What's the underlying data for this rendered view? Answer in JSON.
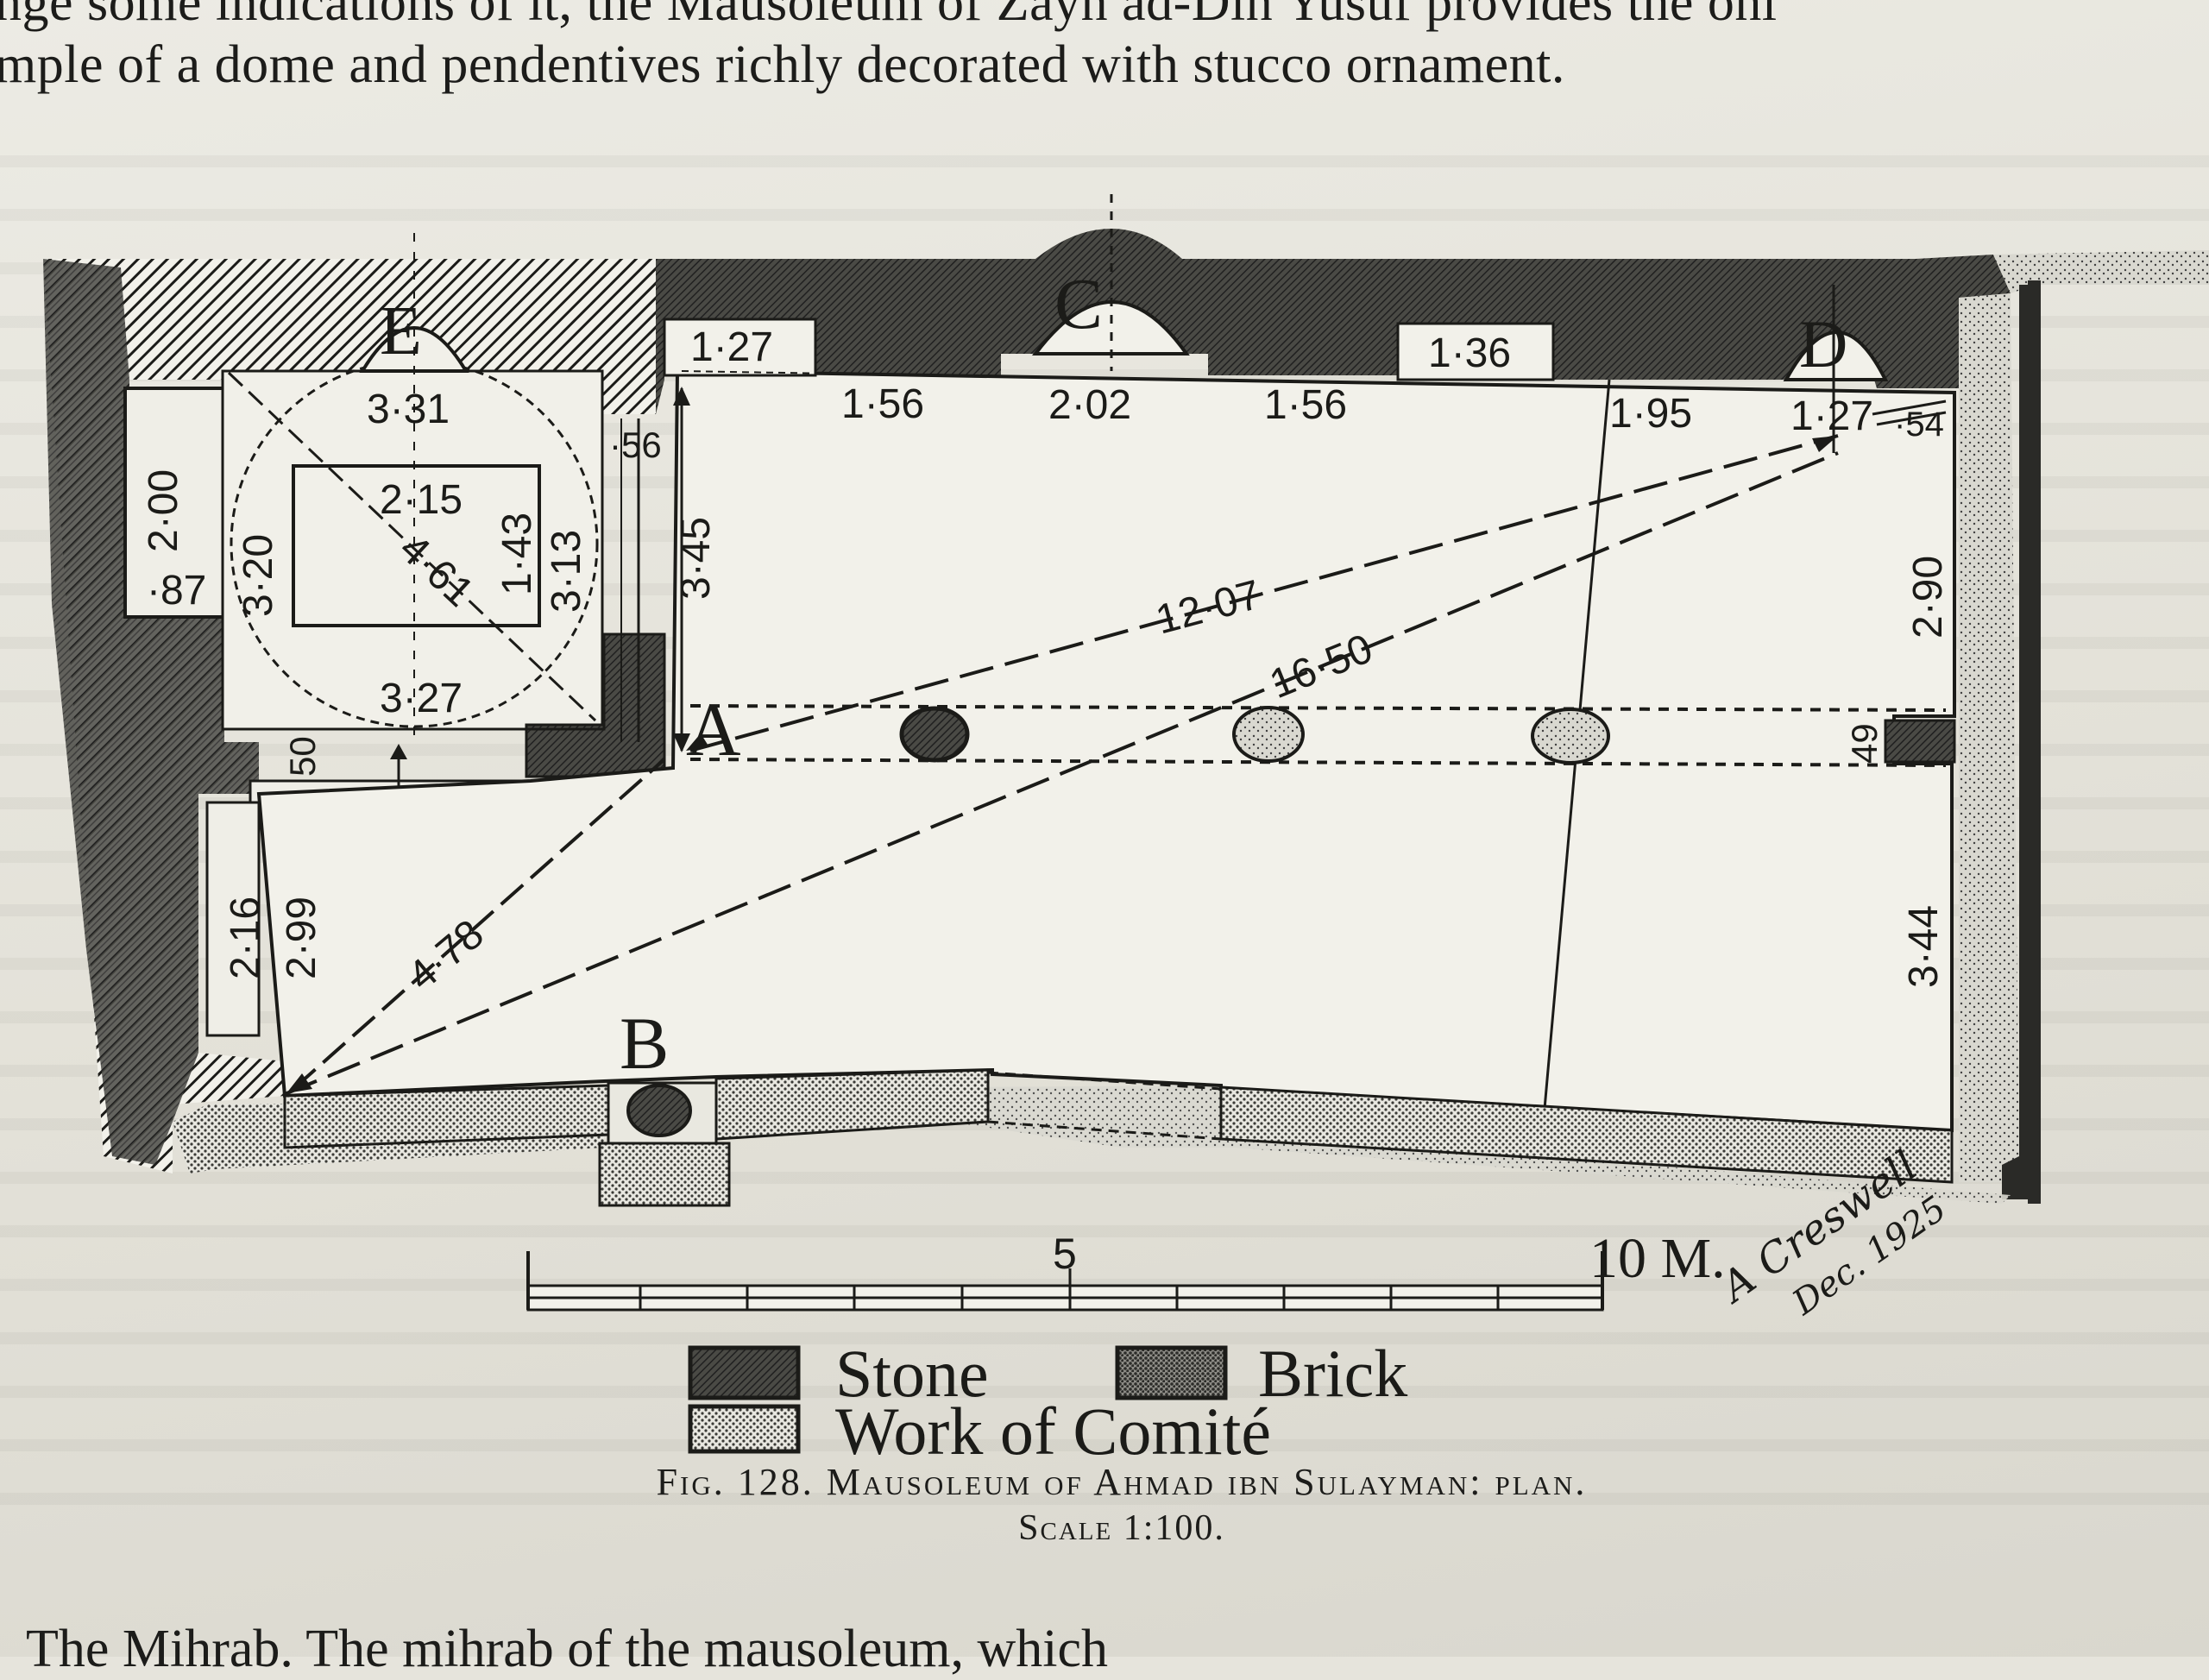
{
  "page": {
    "top_text": [
      "nge some indications of it, the Mausoleum of Zayn ad-Din Yusuf provides the onl",
      "mple of a dome and pendentives richly decorated with stucco ornament."
    ],
    "bottom_text": "The Mihrab. The mihrab of the mausoleum, which"
  },
  "plan": {
    "labels": {
      "A": "A",
      "B": "B",
      "C": "C",
      "D": "D",
      "E": "E"
    },
    "dimensions": {
      "d_127_top": "1·27",
      "d_156_left": "1·56",
      "d_202": "2·02",
      "d_156_right": "1·56",
      "d_136": "1·36",
      "d_195": "1·95",
      "d_127_d": "1·27",
      "d_54": "·54",
      "d_331": "3·31",
      "d_56": "·56",
      "d_200": "2·00",
      "d_87": "·87",
      "d_320": "3·20",
      "d_215": "2·15",
      "d_461": "4·61",
      "d_143": "1·43",
      "d_313": "3·13",
      "d_345": "3·45",
      "d_1207": "12·07",
      "d_290": "2·90",
      "d_1650": "16·50",
      "d_327": "3·27",
      "d_50": "50",
      "d_49": "49",
      "d_216": "2·16",
      "d_299": "2·99",
      "d_478": "4·78",
      "d_344": "3·44"
    },
    "scale_bar": {
      "mid_label": "5",
      "end_label": "10 M."
    },
    "signature": {
      "name": "A Creswell",
      "date": "Dec. 1925"
    }
  },
  "legend": {
    "stone": "Stone",
    "brick": "Brick",
    "comite": "Work of Comité"
  },
  "caption": {
    "figure": "Fig. 128. Mausoleum of Ahmad ibn Sulayman: plan.",
    "scale": "Scale 1:100."
  }
}
